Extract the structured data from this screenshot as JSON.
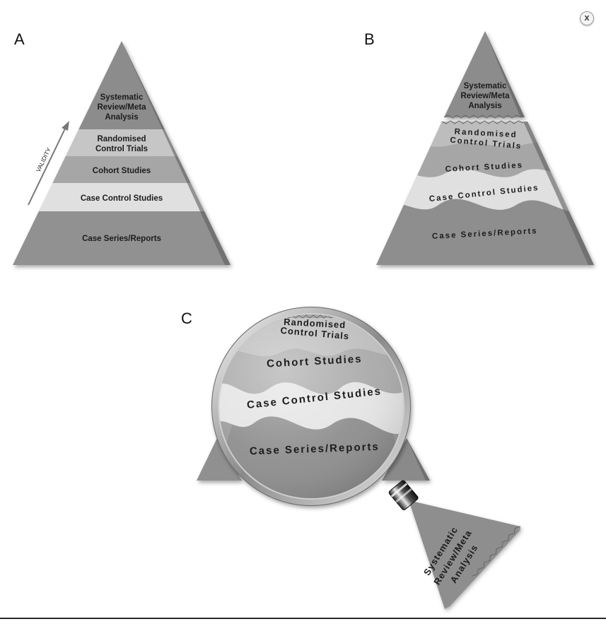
{
  "close_button": {
    "label": "x",
    "icon": "close-icon"
  },
  "panels": {
    "a": {
      "label": "A",
      "arrow_label": "VALIDITY",
      "levels": [
        "Systematic",
        "Review/Meta",
        "Analysis",
        "Randomised",
        "Control Trials",
        "Cohort Studies",
        "Case Control Studies",
        "Case Series/Reports"
      ]
    },
    "b": {
      "label": "B",
      "top": [
        "Systematic",
        "Review/Meta",
        "Analysis"
      ],
      "levels": [
        "Randomised",
        "Control Trials",
        "Cohort Studies",
        "Case Control Studies",
        "Case Series/Reports"
      ]
    },
    "c": {
      "label": "C",
      "levels": [
        "Randomised",
        "Control Trials",
        "Cohort Studies",
        "Case Control Studies",
        "Case Series/Reports"
      ],
      "detached": [
        "Systematic",
        "Review/Meta",
        "Analysis"
      ],
      "icon": "magnifying-glass-icon"
    }
  },
  "colors": {
    "dark_band": "#8c8c8c",
    "mid_band": "#a9a9a9",
    "light_band": "#c4c4c4",
    "lightest_band": "#e2e2e2"
  }
}
